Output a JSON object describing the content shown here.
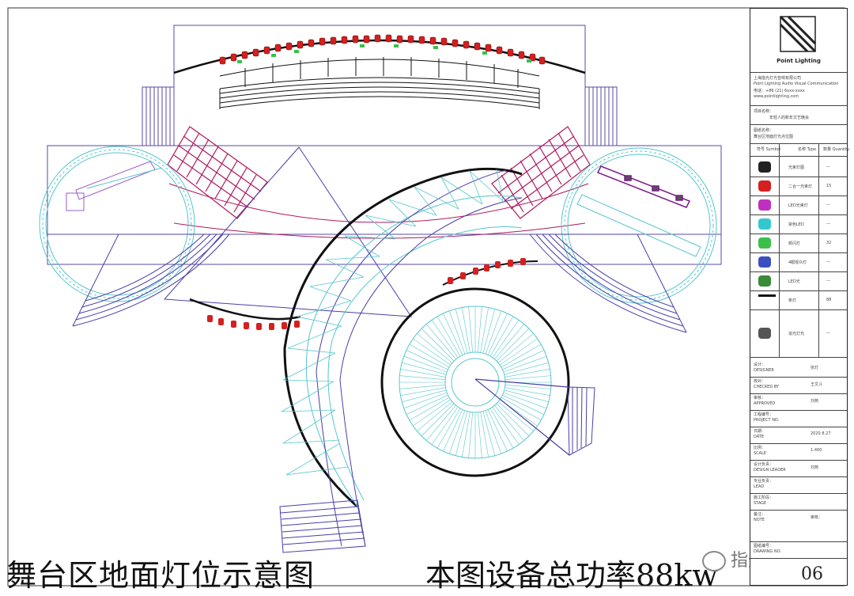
{
  "captions": {
    "left": "舞台区地面灯位示意图",
    "right": "本图设备总功率88kw",
    "sheet_number": "06"
  },
  "watermark": {
    "text": "指光传媒",
    "icon": "wechat-icon"
  },
  "title_block": {
    "logo_text": "Point Lighting",
    "company_lines": [
      "上海指光灯光音响有限公司",
      "Point Lighting Audio Visual Communication",
      "电话：+86 (21) 6xxx-xxxx",
      "www.pointlighting.com"
    ],
    "project_label": "项目名称：",
    "project_name": "年轻人的新年文艺晚会",
    "drawing_label": "图纸名称：",
    "drawing_name": "舞台区地面灯光点位图",
    "legend_headers": [
      "符号 Symbol",
      "名称 Type",
      "数量 Quantity"
    ],
    "legend": [
      {
        "icon": "beam-light-icon",
        "name": "光束灯图",
        "qty": "—"
      },
      {
        "icon": "strobe-light-icon",
        "name": "二合一光束灯",
        "qty": "15"
      },
      {
        "icon": "led-par-icon",
        "name": "LED光束灯",
        "qty": "—"
      },
      {
        "icon": "led-wash-icon",
        "name": "染色LED",
        "qty": "—"
      },
      {
        "icon": "flood-light-icon",
        "name": "频闪灯",
        "qty": "32"
      },
      {
        "icon": "blinder-icon",
        "name": "4眼观众灯",
        "qty": "—"
      },
      {
        "icon": "spot-icon",
        "name": "LED光",
        "qty": "—"
      },
      {
        "icon": "line-light-icon",
        "name": "条灯",
        "qty": "88"
      },
      {
        "icon": "follow-spot-icon",
        "name": "追光灯光",
        "qty": "—"
      }
    ],
    "meta": [
      {
        "label": "设计：",
        "sub": "DESIGNER",
        "value": "张灯"
      },
      {
        "label": "校对：",
        "sub": "CHECKED BY",
        "value": "王文斗"
      },
      {
        "label": "审核：",
        "sub": "APPROVED",
        "value": "刘苑"
      },
      {
        "label": "工程编号：",
        "sub": "PROJECT NO.",
        "value": ""
      },
      {
        "label": "日期：",
        "sub": "DATE",
        "value": "2020.8.27"
      },
      {
        "label": "比例：",
        "sub": "SCALE",
        "value": "1:400"
      },
      {
        "label": "设计负责：",
        "sub": "DESIGN LEADER",
        "value": "刘苑"
      },
      {
        "label": "专业负责：",
        "sub": "LEAD",
        "value": ""
      },
      {
        "label": "施工阶段：",
        "sub": "STAGE",
        "value": ""
      },
      {
        "label": "备注：",
        "sub": "NOTE",
        "value": "审核："
      },
      {
        "label": "图纸编号：",
        "sub": "DRAWING NO.",
        "value": ""
      }
    ]
  }
}
